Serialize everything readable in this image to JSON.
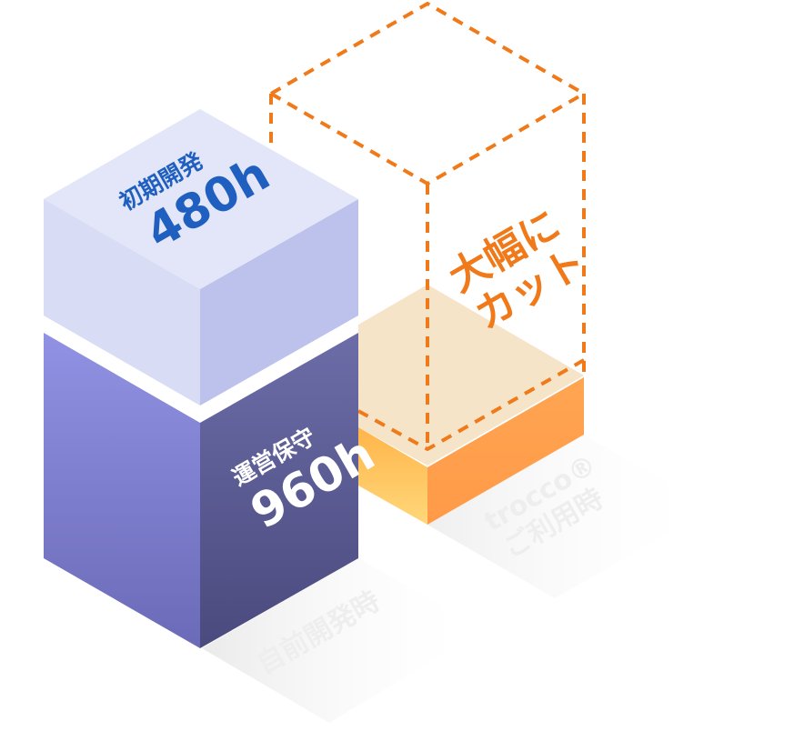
{
  "blocks": {
    "initial_dev": {
      "label": "初期開発",
      "hours": "480h"
    },
    "maintenance": {
      "label": "運営保守",
      "hours": "960h"
    },
    "cut": {
      "line1": "大幅に",
      "line2": "カット"
    }
  },
  "floor_labels": {
    "in_house": "自前開発時",
    "trocco_line1": "trocco®",
    "trocco_line2": "ご利用時"
  },
  "colors": {
    "top_face": "#dfe3f7",
    "top_left": "#d6daf4",
    "top_right": "#bec4ec",
    "bottom_left_top": "#8f8fe0",
    "bottom_left_bottom": "#6f6fbf",
    "bottom_right_top": "#66679f",
    "bottom_right_bottom": "#4d4c82",
    "blue_text": "#1f5fbf",
    "orange": "#f07a1a",
    "orange_light": "#ffc46a",
    "orange_mid": "#ffa24c",
    "peach": "#f6e3c6",
    "floor_text": "#eeeeee"
  }
}
